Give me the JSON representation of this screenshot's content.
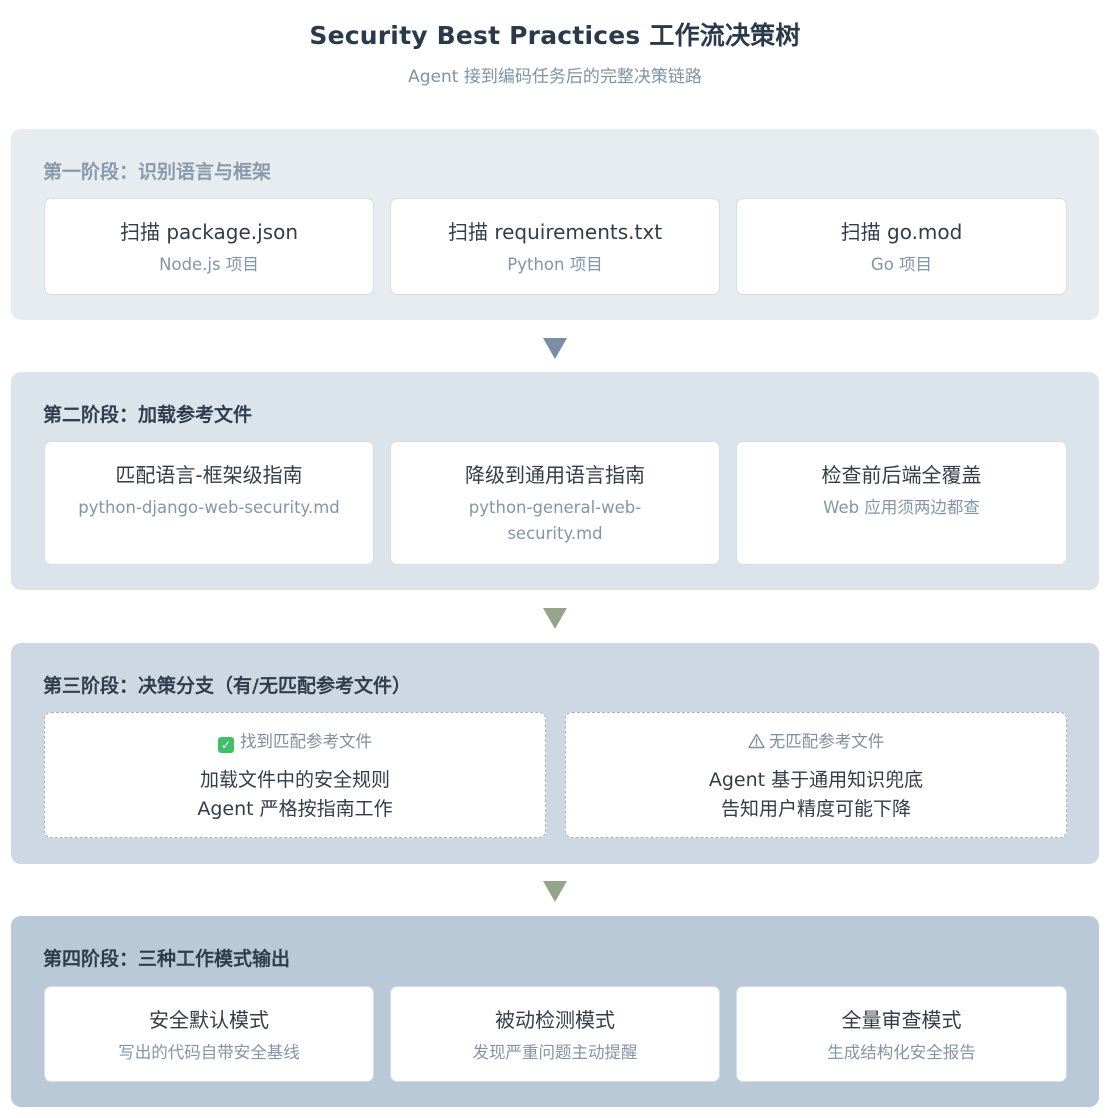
{
  "title": "Security Best Practices 工作流决策树",
  "subtitle": "Agent 接到编码任务后的完整决策链路",
  "colors": {
    "stage1_bg": "#e7ecf1",
    "stage2_bg": "#dbe3eb",
    "stage3_bg": "#cdd8e2",
    "stage4_bg": "#b9c9d7",
    "arrow1": "#7b8ea3",
    "arrow2": "#96a58a",
    "arrow3": "#96a58a"
  },
  "stage1": {
    "title": "第一阶段：识别语言与框架",
    "boxes": [
      {
        "main": "扫描 package.json",
        "sub": "Node.js 项目"
      },
      {
        "main": "扫描 requirements.txt",
        "sub": "Python 项目"
      },
      {
        "main": "扫描 go.mod",
        "sub": "Go 项目"
      }
    ]
  },
  "stage2": {
    "title": "第二阶段：加载参考文件",
    "boxes": [
      {
        "main": "匹配语言-框架级指南",
        "sub": "python-django-web-security.md"
      },
      {
        "main": "降级到通用语言指南",
        "sub": "python-general-web-security.md"
      },
      {
        "main": "检查前后端全覆盖",
        "sub": "Web 应用须两边都查"
      }
    ]
  },
  "stage3": {
    "title": "第三阶段：决策分支（有/无匹配参考文件）",
    "branches": [
      {
        "icon": "check-icon",
        "head": "找到匹配参考文件",
        "line1": "加载文件中的安全规则",
        "line2": "Agent 严格按指南工作"
      },
      {
        "icon": "warning-icon",
        "head": "无匹配参考文件",
        "line1": "Agent 基于通用知识兜底",
        "line2": "告知用户精度可能下降"
      }
    ]
  },
  "stage4": {
    "title": "第四阶段：三种工作模式输出",
    "boxes": [
      {
        "main": "安全默认模式",
        "sub": "写出的代码自带安全基线"
      },
      {
        "main": "被动检测模式",
        "sub": "发现严重问题主动提醒"
      },
      {
        "main": "全量审查模式",
        "sub": "生成结构化安全报告"
      }
    ]
  }
}
